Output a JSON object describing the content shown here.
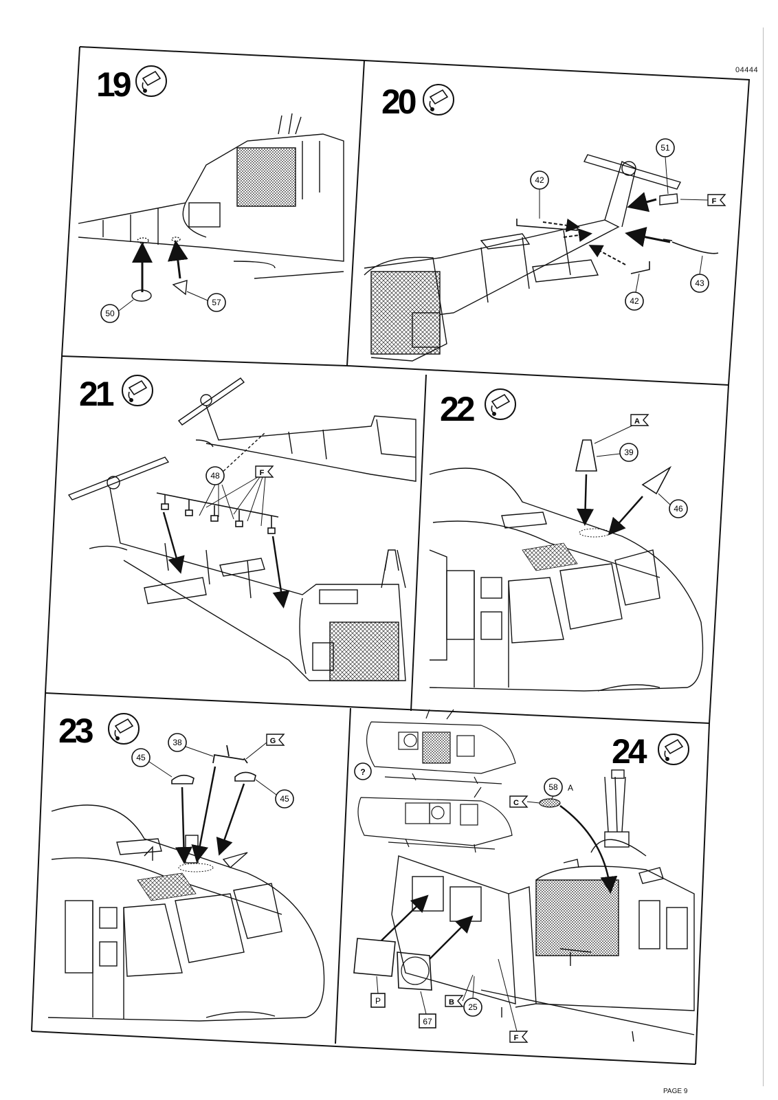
{
  "header": {
    "code": "04444"
  },
  "footer": {
    "page": "PAGE 9"
  },
  "steps": [
    {
      "number": "19",
      "callouts": [
        "50",
        "57"
      ]
    },
    {
      "number": "20",
      "callouts": [
        "51",
        "42",
        "42",
        "43"
      ],
      "tags": [
        "F"
      ]
    },
    {
      "number": "21",
      "callouts": [
        "48"
      ],
      "tags": [
        "F"
      ]
    },
    {
      "number": "22",
      "callouts": [
        "39",
        "46"
      ],
      "tags": [
        "A"
      ]
    },
    {
      "number": "23",
      "callouts": [
        "38",
        "45",
        "45"
      ],
      "tags": [
        "G"
      ]
    },
    {
      "number": "24",
      "callouts": [
        "58",
        "25"
      ],
      "callout_58_suffix": "A",
      "tags": [
        "C",
        "B",
        "F"
      ],
      "boxes": [
        "P",
        "67"
      ],
      "question": "?"
    }
  ]
}
